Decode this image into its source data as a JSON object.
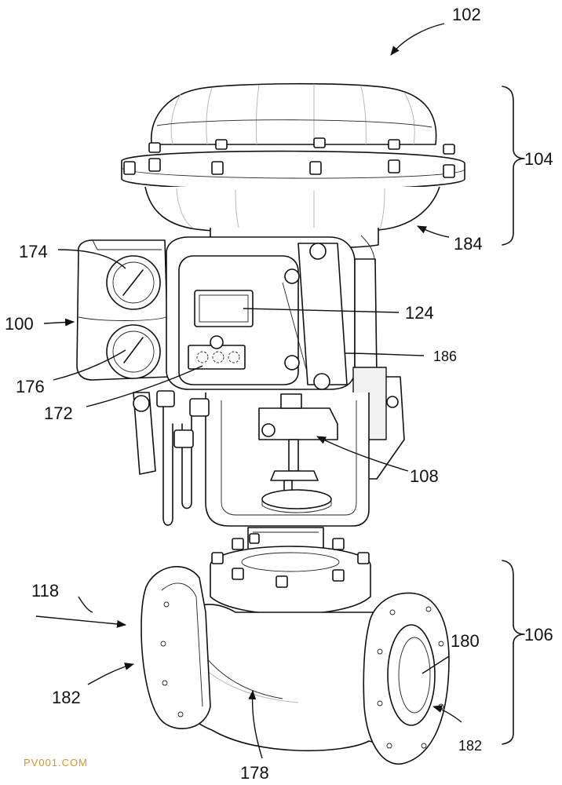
{
  "figure": {
    "labels": {
      "l102": "102",
      "l104": "104",
      "l184": "184",
      "l174": "174",
      "l100": "100",
      "l124": "124",
      "l186": "186",
      "l176": "176",
      "l172": "172",
      "l108": "108",
      "l118": "118",
      "l106": "106",
      "l180": "180",
      "l182a": "182",
      "l182b": "182",
      "l178": "178"
    },
    "watermark": "PV001.COM"
  }
}
